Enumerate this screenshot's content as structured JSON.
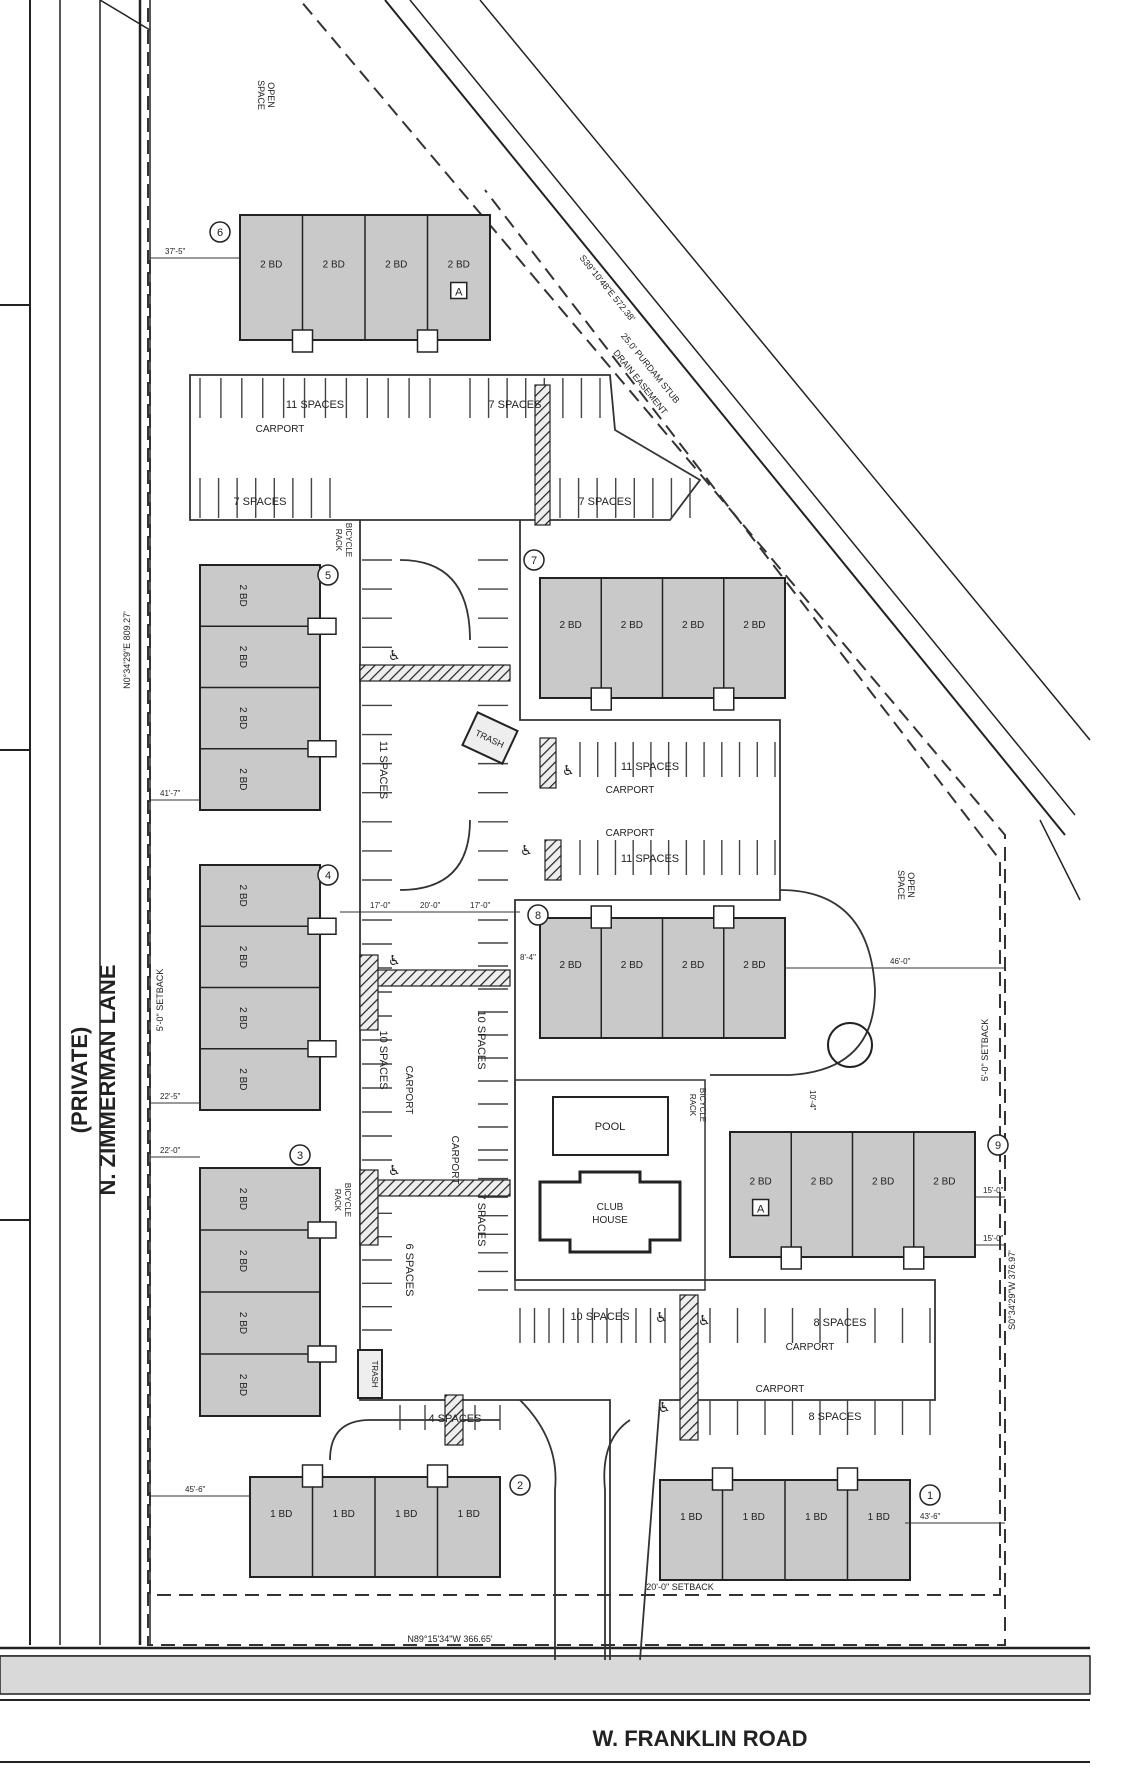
{
  "streets": {
    "west": [
      "N. ZIMMERMAN LANE",
      "(PRIVATE)"
    ],
    "south": "W. FRANKLIN ROAD"
  },
  "bearings": {
    "south": "N89°15'34\"W 366.65'",
    "north_diag": "S39°10'48\"E 572.38'",
    "west": "N0°34'29\"E 809.27'",
    "east": "S0°34'29\"W 376.97'"
  },
  "easement": [
    "25.0' PURDAM STUB",
    "DRAIN EASEMENT"
  ],
  "open_space": [
    "OPEN",
    "SPACE"
  ],
  "setbacks": {
    "west": "5'-0\" SETBACK",
    "east": "5'-0\" SETBACK",
    "south": "20'-0\" SETBACK"
  },
  "amenities": {
    "pool": "POOL",
    "clubhouse": [
      "CLUB",
      "HOUSE"
    ],
    "trash": "TRASH",
    "bicycle_rack": [
      "BICYCLE",
      "RACK"
    ]
  },
  "unit_labels": {
    "two_bd": "2 BD",
    "one_bd": "1 BD",
    "type_a": "A"
  },
  "buildings": [
    "1",
    "2",
    "3",
    "4",
    "5",
    "6",
    "7",
    "8",
    "9"
  ],
  "parking": {
    "spaces_11": "11 SPACES",
    "spaces_7": "7 SPACES",
    "spaces_10": "10 SPACES",
    "spaces_8": "8 SPACES",
    "spaces_6": "6 SPACES",
    "spaces_4": "4 SPACES",
    "carport": "CARPORT"
  },
  "dims": {
    "d1": "37'-5\"",
    "d2": "41'-7\"",
    "d3": "22'-5\"",
    "d4": "22'-0\"",
    "d5": "45'-6\"",
    "d6": "43'-6\"",
    "d7": "17'-0\"",
    "d8": "20'-0\"",
    "d9": "46'-0\"",
    "d10": "15'-0\"",
    "d11": "8'-4\"",
    "d12": "10'-4\""
  }
}
